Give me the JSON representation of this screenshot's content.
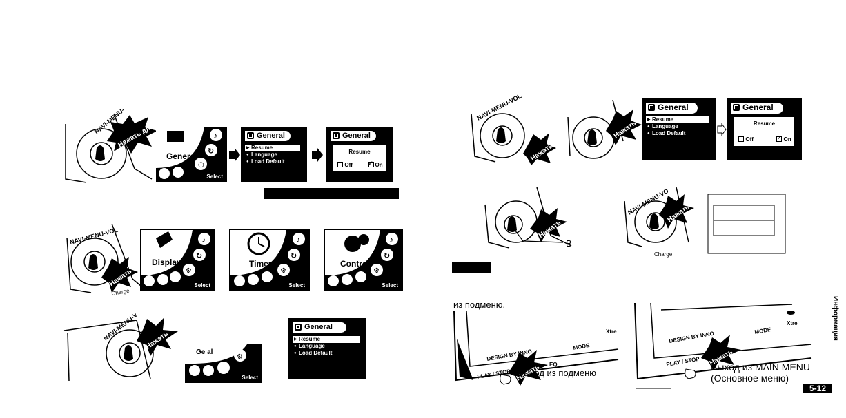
{
  "labels": {
    "press": "Нажать",
    "press_long": "Нажать длинно",
    "navi_menu": "NAVI-MENU-VOL",
    "select": "Select",
    "charge": "Charge",
    "b_marker": "B"
  },
  "menu_items": {
    "general": "General",
    "display": "Display",
    "timer": "Timer",
    "control": "Control"
  },
  "lcd": {
    "header": "General",
    "items": [
      "Resume",
      "Language",
      "Load Default"
    ],
    "dialog_title": "Resume",
    "opt_off": "Off",
    "opt_on": "On"
  },
  "panel_texts": {
    "from_submenu_fragment": "из подменю.",
    "exit_submenu": "Выход из подменю",
    "exit_main_menu_1": "Выход из MAIN MENU",
    "exit_main_menu_2": "(Основное меню)",
    "page_number": "5-12",
    "side_tab": "Информация",
    "device_brand": "DESIGN BY INNO",
    "device_play": "PLAY / STOP",
    "device_eq": "EQ",
    "device_mode": "MODE",
    "device_xtreme": "Xtre"
  }
}
